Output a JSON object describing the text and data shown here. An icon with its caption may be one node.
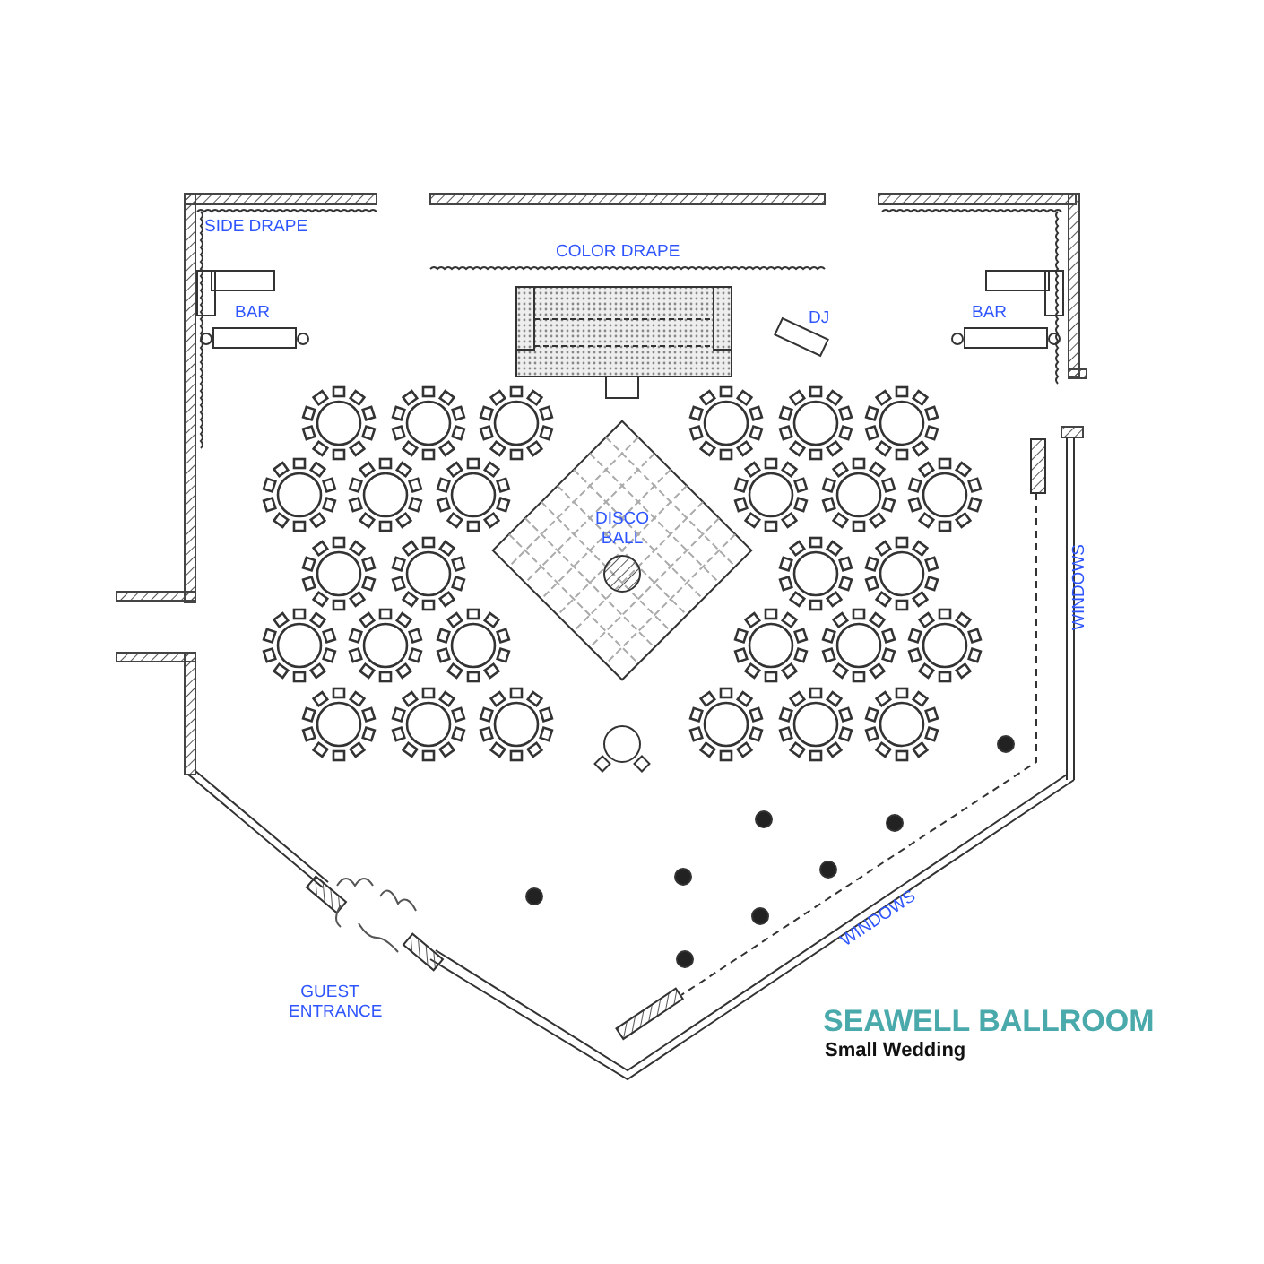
{
  "diagram": {
    "title": "SEAWELL BALLROOM",
    "caption": "Small Wedding",
    "labels": [
      "SIDE DRAPE",
      "COLOR DRAPE",
      "BAR",
      "DJ",
      "BAR",
      "DISCO BALL",
      "WINDOWS",
      "WINDOWS",
      "GUEST ENTRANCE"
    ]
  }
}
